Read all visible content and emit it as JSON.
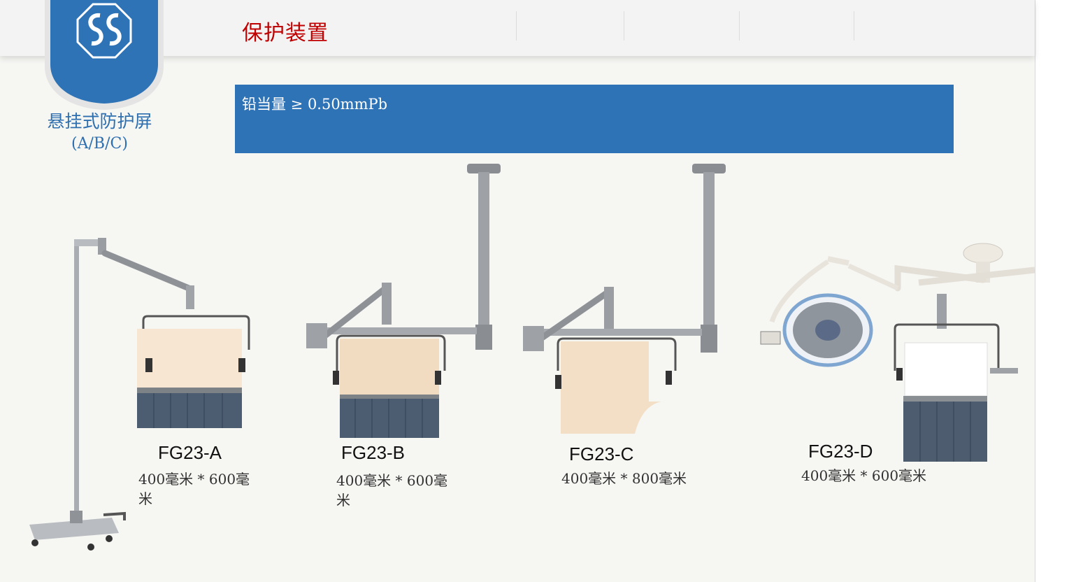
{
  "header": {
    "title": "保护装置"
  },
  "sidebar": {
    "title": "悬挂式防护屏",
    "subtitle": "(A/B/C)"
  },
  "spec": {
    "text": "铅当量 ≥ 0.50mmPb"
  },
  "products": [
    {
      "model": "FG23-A",
      "dimensions": "400毫米 * 600毫米"
    },
    {
      "model": "FG23-B",
      "dimensions": "400毫米 * 600毫米"
    },
    {
      "model": "FG23-C",
      "dimensions": "400毫米 * 800毫米"
    },
    {
      "model": "FG23-D",
      "dimensions": "400毫米 * 600毫米"
    }
  ],
  "colors": {
    "accent": "#2f73b7",
    "title_red": "#c00000",
    "panel_beige": "#f4e3cf",
    "curtain_gray": "#4c5d72"
  }
}
